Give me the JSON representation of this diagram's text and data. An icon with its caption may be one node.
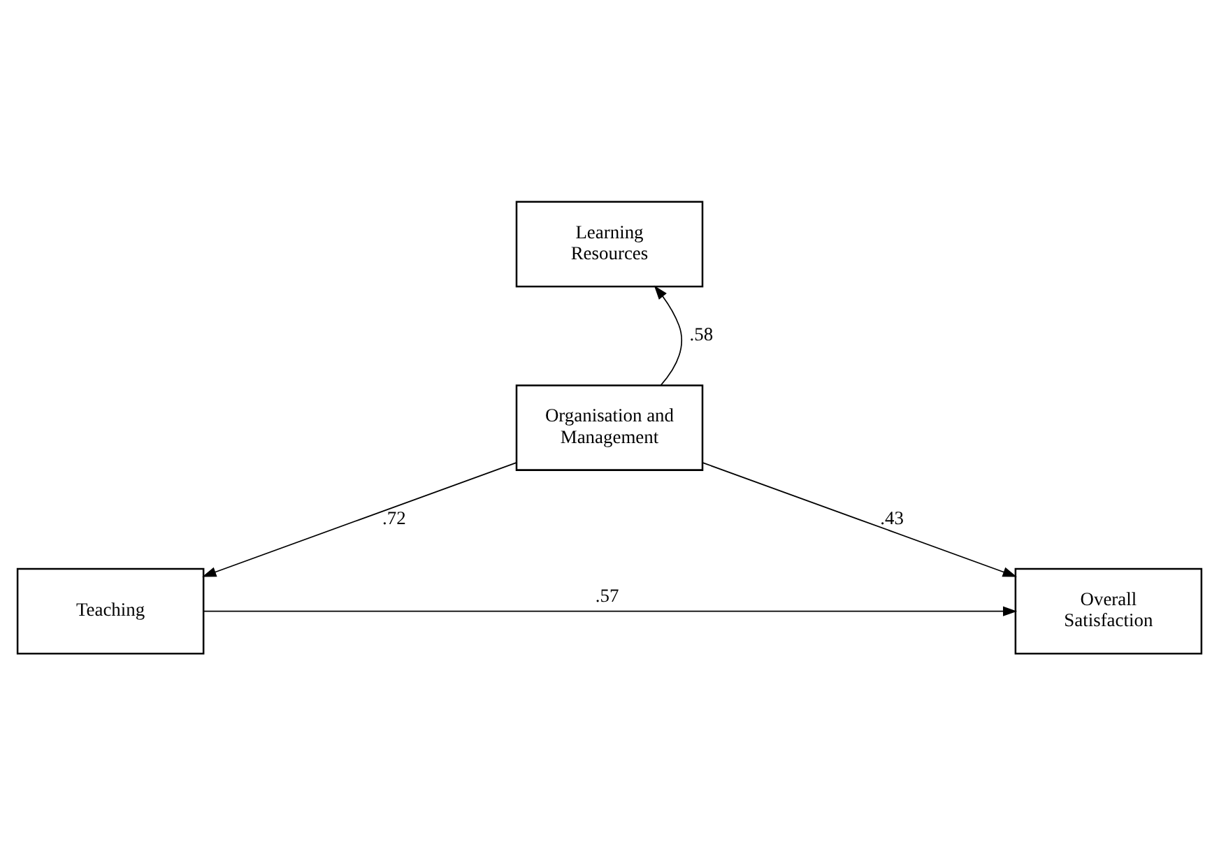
{
  "diagram": {
    "nodes": [
      {
        "text": [
          "Learning Resources"
        ]
      },
      {
        "text": [
          "Organisation and Management"
        ]
      },
      {
        "text": [
          "Teaching"
        ]
      },
      {
        "text": [
          "Overall Satisfaction"
        ]
      }
    ],
    "edges": [
      {
        "from": 1,
        "to": 0,
        "arrow": "to",
        "label": ".58"
      },
      {
        "from": 1,
        "to": 2,
        "arrow": "to",
        "label": ".72"
      },
      {
        "from": 1,
        "to": 3,
        "arrow": "to",
        "label": ".43"
      },
      {
        "from": 2,
        "to": 3,
        "arrow": "to",
        "label": ".57"
      }
    ]
  }
}
